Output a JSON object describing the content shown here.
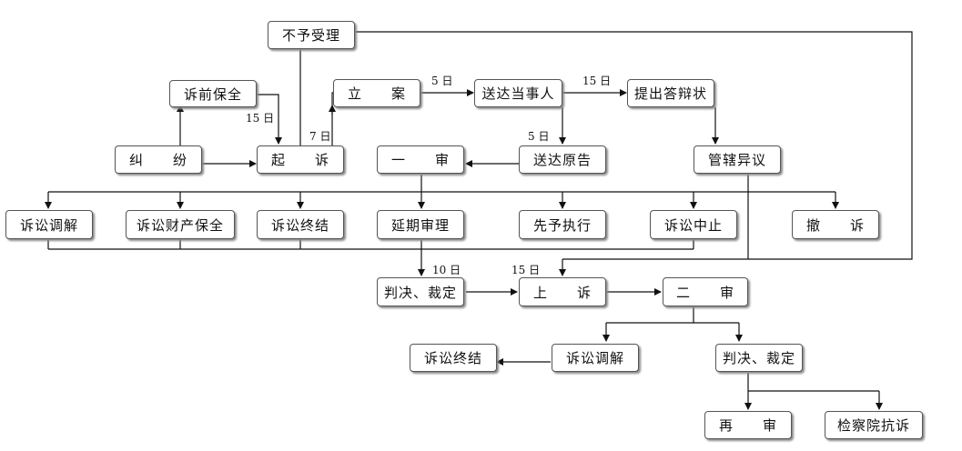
{
  "nodes": {
    "buyu_shouli": "不予受理",
    "suqian_baoquan": "诉前保全",
    "li_an": "立　　案",
    "songda_dangshiren": "送达当事人",
    "tichu_dabianzhuang": "提出答辩状",
    "jiufen": "纠　　纷",
    "qisu": "起　　诉",
    "yishen": "一　　审",
    "songda_yuangao": "送达原告",
    "guanxia_yiyi": "管辖异议",
    "susong_tiaojie_1": "诉讼调解",
    "susong_caichan_baoquan": "诉讼财产保全",
    "susong_zhongjie_1": "诉讼终结",
    "yanqi_shenli": "延期审理",
    "xianyu_zhixing": "先予执行",
    "susong_zhongzhi": "诉讼中止",
    "chesu": "撤　　诉",
    "panjue_caiding_1": "判决、裁定",
    "shangsu": "上　　诉",
    "ershen": "二　　审",
    "susong_zhongjie_2": "诉讼终结",
    "susong_tiaojie_2": "诉讼调解",
    "panjue_caiding_2": "判决、裁定",
    "zaishen": "再　　审",
    "jianchayuan_kangsu": "检察院抗诉"
  },
  "edge_labels": {
    "d15_baoquan": "15 日",
    "d7": "7 日",
    "d5_songda": "5 日",
    "d15_dabian": "15 日",
    "d5_yuangao": "5 日",
    "d10": "10 日",
    "d15_shangsu": "15 日"
  }
}
